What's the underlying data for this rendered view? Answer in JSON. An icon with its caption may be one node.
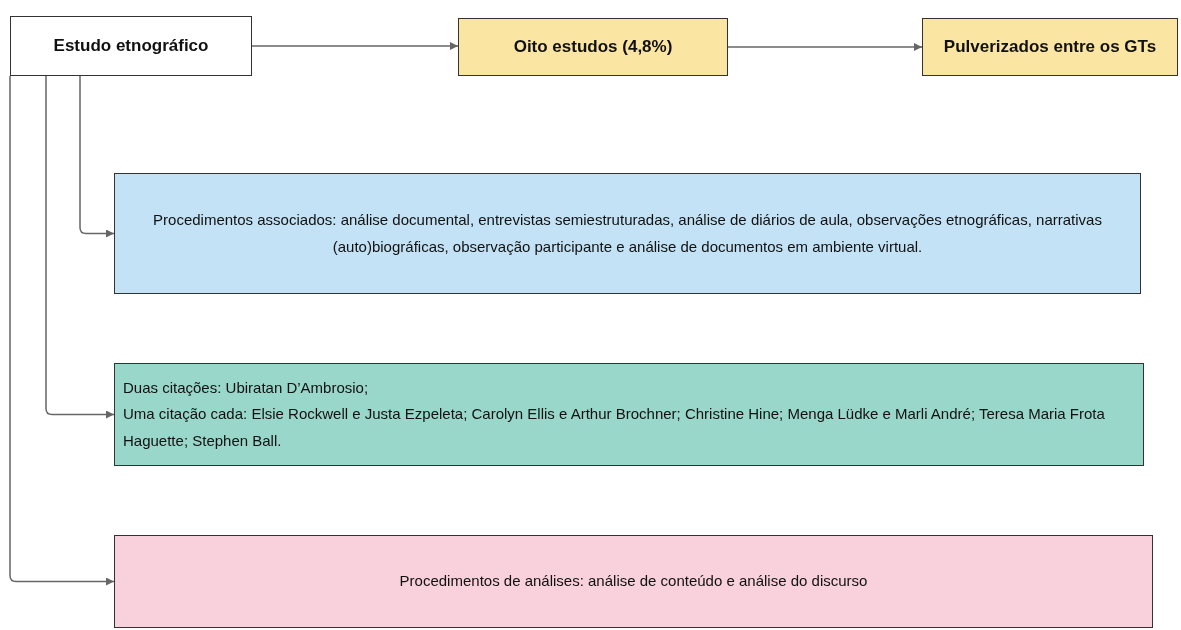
{
  "diagram": {
    "nodes": [
      {
        "text": [
          "Estudo etnográfico"
        ]
      },
      {
        "text": [
          "Oito estudos (4,8%)"
        ]
      },
      {
        "text": [
          "Pulverizados entre os GTs"
        ]
      },
      {
        "text": [
          "Procedimentos associados: análise documental, entrevistas semiestruturadas, análise de diários de aula, observações etnográficas, narrativas (auto)biográficas, observação participante e análise de documentos em ambiente virtual."
        ]
      },
      {
        "text": [
          "Duas citações: Ubiratan D’Ambrosio;",
          "Uma citação cada: Elsie Rockwell e Justa Ezpeleta; Carolyn Ellis e Arthur Brochner; Christine Hine; Menga Lüdke e Marli André; Teresa Maria Frota Haguette; Stephen Ball."
        ]
      },
      {
        "text": [
          "Procedimentos de análises: análise de conteúdo e análise do discurso"
        ]
      }
    ],
    "edges": [
      {
        "from": 0,
        "to": 1,
        "arrow": "to"
      },
      {
        "from": 1,
        "to": 2,
        "arrow": "to"
      },
      {
        "from": 0,
        "to": 3,
        "arrow": "to"
      },
      {
        "from": 0,
        "to": 4,
        "arrow": "to"
      },
      {
        "from": 0,
        "to": 5,
        "arrow": "to"
      }
    ]
  }
}
